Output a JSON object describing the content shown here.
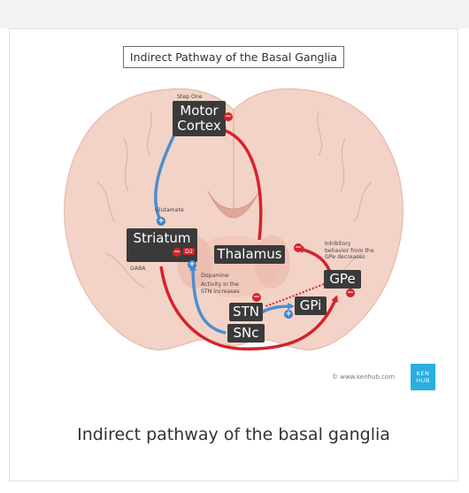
{
  "figure": {
    "title": "Indirect Pathway of the Basal Ganglia",
    "labels": {
      "motor_cortex_line1": "Motor",
      "motor_cortex_line2": "Cortex",
      "striatum": "Striatum",
      "thalamus": "Thalamus",
      "gpe": "GPe",
      "gpi": "GPi",
      "stn": "STN",
      "snc": "SNc",
      "d2": "D2"
    },
    "annotations": {
      "step_one": "Step One",
      "glutamate": "Glutamate",
      "gaba": "GABA",
      "dopamine": "Dopamine",
      "stn_activity_line1": "Activity in the",
      "stn_activity_line2": "STN increases",
      "gpe_inhibitory_line1": "Inhibitory",
      "gpe_inhibitory_line2": "behavior from the",
      "gpe_inhibitory_line3": "GPe decreases"
    },
    "signs": {
      "minus": "−",
      "plus": "+"
    },
    "brand_line1": "KEN",
    "brand_line2": "HUB",
    "credit": "© www.kenhub.com"
  },
  "caption": "Indirect pathway of the basal ganglia",
  "colors": {
    "excitatory": "#4a8fd1",
    "inhibitory": "#d4232c",
    "label_bg": "#3b3a3a",
    "brain_tissue": "#f3d3c7",
    "brand": "#29aee0"
  }
}
